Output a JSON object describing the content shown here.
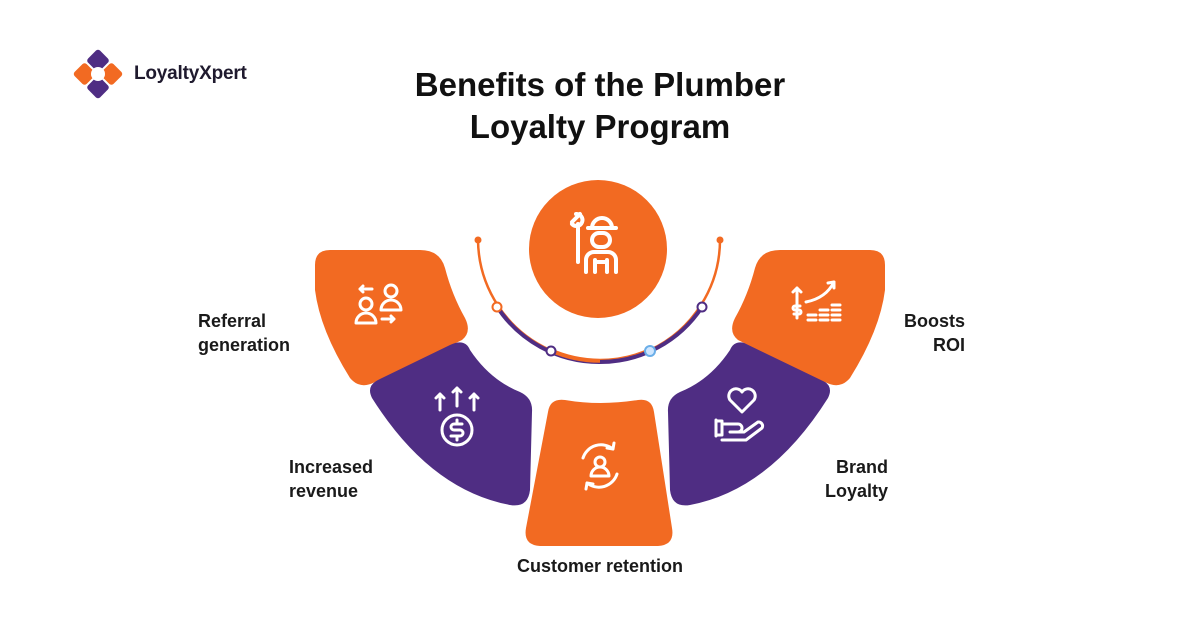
{
  "brand": {
    "name": "LoyaltyXpert"
  },
  "title": {
    "line1": "Benefits of the Plumber",
    "line2": "Loyalty Program"
  },
  "benefits": [
    {
      "line1": "Referral",
      "line2": "generation",
      "icon": "referral-users-icon"
    },
    {
      "line1": "Increased",
      "line2": "revenue",
      "icon": "dollar-coin-arrows-icon"
    },
    {
      "line1": "Customer retention",
      "line2": "",
      "icon": "user-cycle-icon"
    },
    {
      "line1": "Brand",
      "line2": "Loyalty",
      "icon": "heart-hand-icon"
    },
    {
      "line1": "Boosts",
      "line2": "ROI",
      "icon": "growth-chart-icon"
    }
  ],
  "center": {
    "icon": "plumber-wrench-icon"
  },
  "colors": {
    "orange": "#F26A22",
    "purple": "#4F2D83",
    "text": "#1a1a1a"
  }
}
